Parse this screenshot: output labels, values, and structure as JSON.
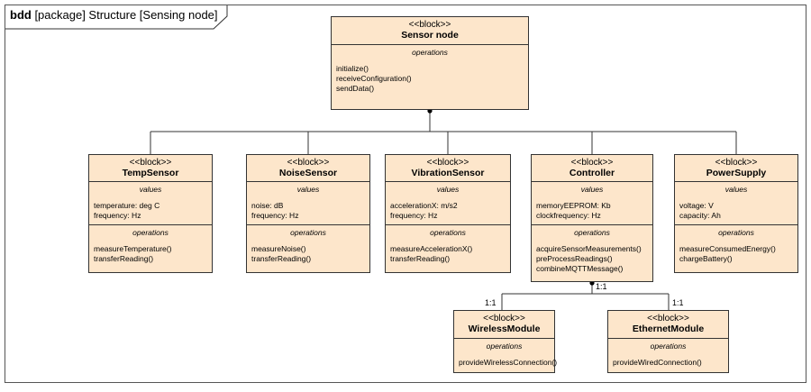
{
  "frame": {
    "keyword": "bdd",
    "label": " [package] Structure [Sensing node]"
  },
  "stereotype": "<<block>>",
  "blocks": {
    "sensor_node": {
      "name": "Sensor node",
      "operations_title": "operations",
      "operations": [
        "initialize()",
        "receiveConfiguration()",
        "sendData()"
      ]
    },
    "temp": {
      "name": "TempSensor",
      "values_title": "values",
      "values": [
        "temperature: deg C",
        "frequency: Hz"
      ],
      "operations_title": "operations",
      "operations": [
        "measureTemperature()",
        "transferReading()"
      ]
    },
    "noise": {
      "name": "NoiseSensor",
      "values_title": "values",
      "values": [
        "noise: dB",
        "frequency: Hz"
      ],
      "operations_title": "operations",
      "operations": [
        "measureNoise()",
        "transferReading()"
      ]
    },
    "vibration": {
      "name": "VibrationSensor",
      "values_title": "values",
      "values": [
        "accelerationX: m/s2",
        "frequency: Hz"
      ],
      "operations_title": "operations",
      "operations": [
        "measureAccelerationX()",
        "transferReading()"
      ]
    },
    "controller": {
      "name": "Controller",
      "values_title": "values",
      "values": [
        "memoryEEPROM: Kb",
        "clockfrequency: Hz"
      ],
      "operations_title": "operations",
      "operations": [
        "acquireSensorMeasurements()",
        "preProcessReadings()",
        "combineMQTTMessage()"
      ]
    },
    "power": {
      "name": "PowerSupply",
      "values_title": "values",
      "values": [
        "voltage: V",
        "capacity: Ah"
      ],
      "operations_title": "operations",
      "operations": [
        "measureConsumedEnergy()",
        "chargeBattery()"
      ]
    },
    "wireless": {
      "name": "WirelessModule",
      "operations_title": "operations",
      "operations": [
        "provideWirelessConnection()"
      ]
    },
    "ethernet": {
      "name": "EthernetModule",
      "operations_title": "operations",
      "operations": [
        "provideWiredConnection()"
      ]
    }
  },
  "multiplicities": {
    "controller_end": "1:1",
    "wireless_end": "1:1",
    "ethernet_end": "1:1"
  }
}
